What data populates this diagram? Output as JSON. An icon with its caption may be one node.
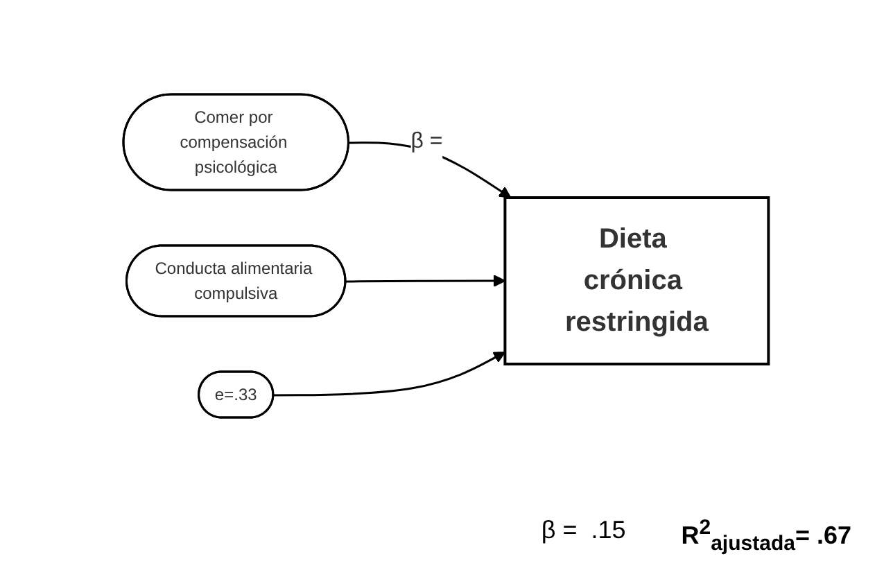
{
  "diagram": {
    "nodes": [
      {
        "text": [
          "Comer por compensación psicológica"
        ]
      },
      {
        "text": [
          "Conducta alimentaria compulsiva"
        ]
      },
      {
        "text": [
          "e=.33"
        ]
      },
      {
        "text": [
          "Dieta crónica restringida"
        ]
      }
    ],
    "edges": [
      {
        "from": 0,
        "to": 3,
        "arrow": "to",
        "label": "β ="
      },
      {
        "from": 1,
        "to": 3,
        "arrow": "to"
      },
      {
        "from": 2,
        "to": 3,
        "arrow": "to"
      }
    ],
    "labels": [
      "β =  .15",
      "R$^{2}$$_{ajustada}$= .67"
    ]
  }
}
